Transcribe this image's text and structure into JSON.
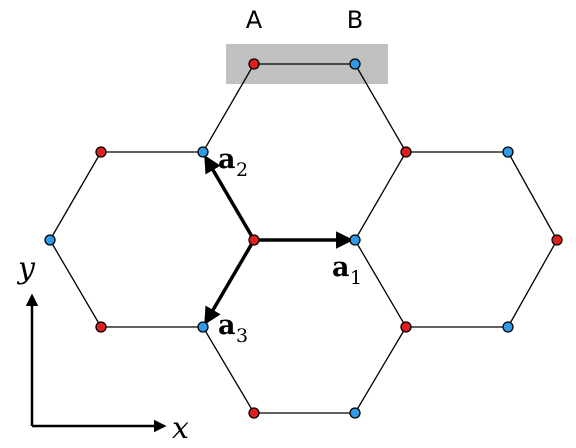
{
  "sublattice_labels": {
    "a": "A",
    "b": "B"
  },
  "vectors": [
    {
      "base": "a",
      "sub": "2"
    },
    {
      "base": "a",
      "sub": "1"
    },
    {
      "base": "a",
      "sub": "3"
    }
  ],
  "axes": {
    "x": "x",
    "y": "y"
  },
  "colors": {
    "site_a": "#dd1f1f",
    "site_b": "#2f9be6",
    "bond": "#000000",
    "highlight": "#c0c0c0"
  }
}
